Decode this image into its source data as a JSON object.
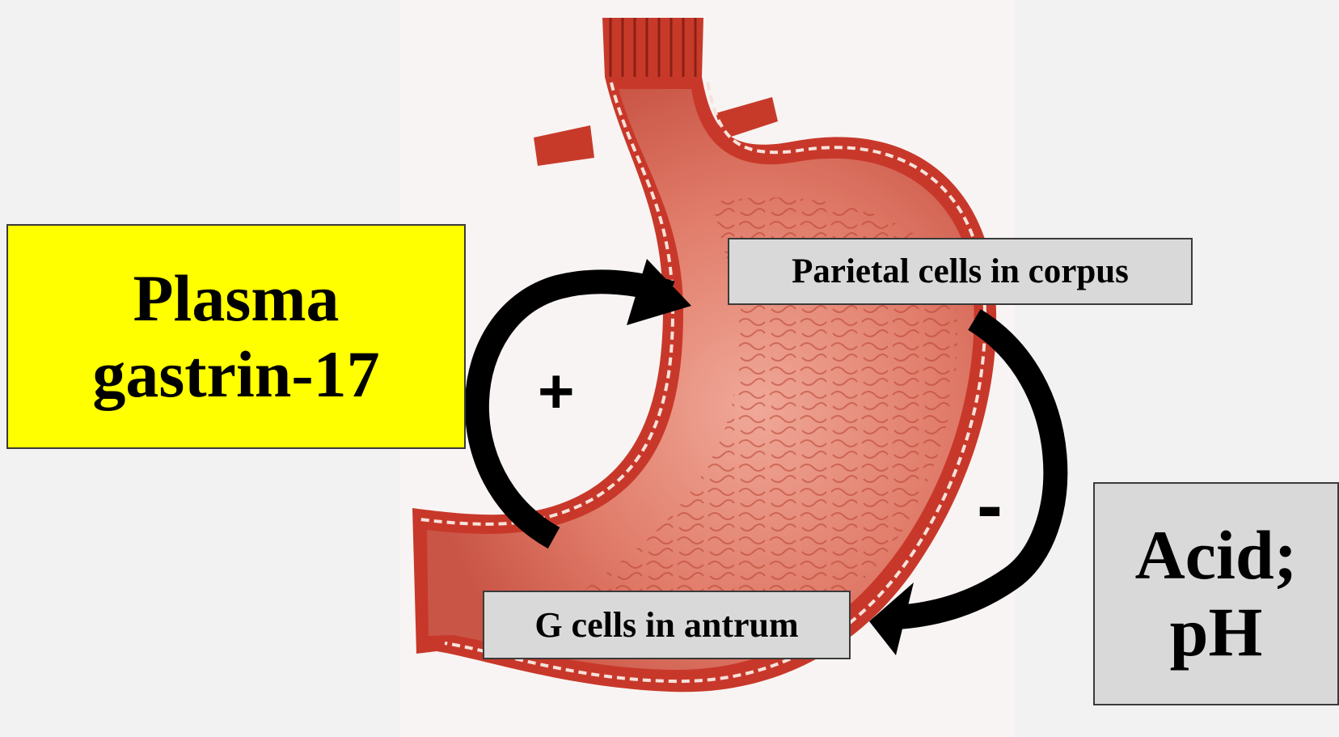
{
  "labels": {
    "gastrin": "Plasma gastrin-17",
    "parietal": "Parietal cells in corpus",
    "gcells": "G cells in antrum",
    "acid": "Acid; pH"
  },
  "signs": {
    "stimulation": "+",
    "inhibition": "-"
  },
  "colors": {
    "gastrin_box": "#ffff00",
    "cell_boxes": "#d9d9d9",
    "arrows": "#000000",
    "stomach_wall": "#c8382a",
    "stomach_mucosa": "#e07a68"
  }
}
